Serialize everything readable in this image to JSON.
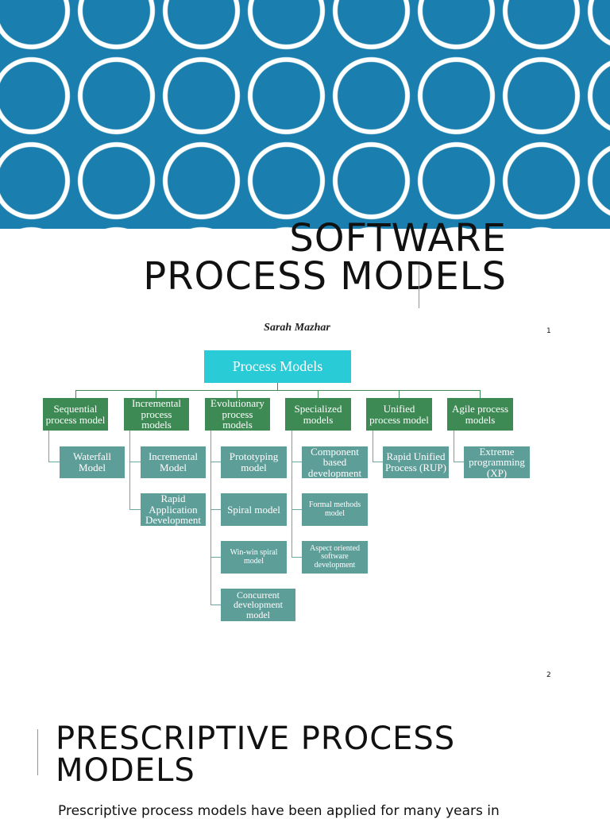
{
  "slide1": {
    "title_line1": "SOFTWARE",
    "title_line2": "PROCESS MODELS",
    "author": "Sarah Mazhar",
    "page_number": "1",
    "banner_color": "#1a7fae"
  },
  "slide2": {
    "page_number": "2",
    "root": "Process Models",
    "categories": [
      "Sequential process model",
      "Incremental process models",
      "Evolutionary process models",
      "Specialized models",
      "Unified process model",
      "Agile process models"
    ],
    "subitems": {
      "waterfall": "Waterfall Model",
      "incremental_model": "Incremental Model",
      "rad": "Rapid Application Development",
      "prototyping": "Prototyping model",
      "spiral": "Spiral model",
      "winwin": "Win-win spiral model",
      "concurrent": "Concurrent development model",
      "component": "Component based development",
      "formal": "Formal methods model",
      "aspect": "Aspect oriented software development",
      "rup": "Rapid Unified Process (RUP)",
      "xp": "Extreme programming (XP)"
    },
    "colors": {
      "root": "#29cbd6",
      "category": "#3e8a54",
      "subitem": "#5e9e99"
    }
  },
  "slide3": {
    "title_line1": "PRESCRIPTIVE PROCESS",
    "title_line2": "MODELS",
    "body": "Prescriptive process models have been applied for many years in"
  }
}
